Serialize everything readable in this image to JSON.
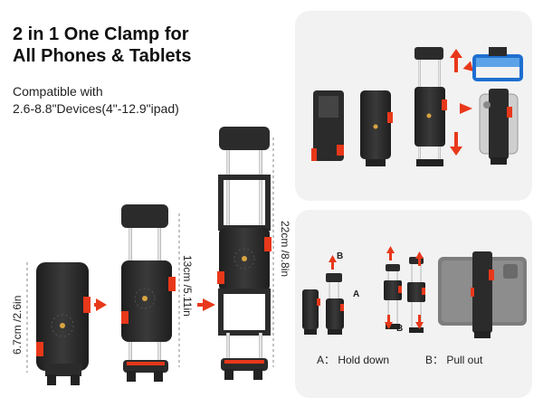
{
  "header": {
    "title_line1": "2 in 1 One Clamp for",
    "title_line2": "All Phones & Tablets",
    "subtitle_line1": "Compatible with",
    "subtitle_line2": "2.6-8.8\"Devices(4\"-12.9\"ipad)"
  },
  "dimensions": {
    "short": "6.7cm /2.6in",
    "medium": "13cm /5.11in",
    "long": "22cm /8.8in"
  },
  "bottom_panel": {
    "arrow_a": "A",
    "arrow_b": "B",
    "legend_a": "A： Hold down",
    "legend_b": "B： Pull out"
  },
  "colors": {
    "accent": "#e8381a",
    "clamp_body": "#2b2b2b",
    "panel_bg": "#f2f2f2"
  }
}
